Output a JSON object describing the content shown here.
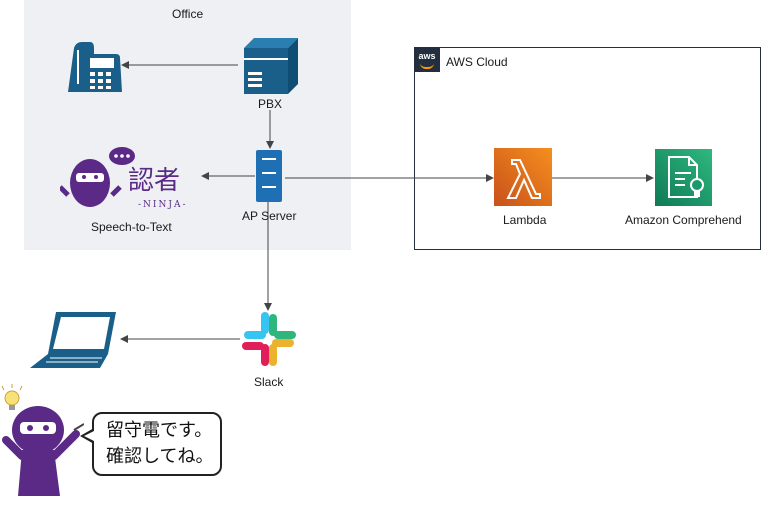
{
  "groups": {
    "office": {
      "label": "Office"
    },
    "aws": {
      "label": "AWS Cloud",
      "logo_text": "aws"
    }
  },
  "nodes": {
    "pbx": {
      "label": "PBX",
      "icon": "pbx-server-icon"
    },
    "ip_phone": {
      "label": "",
      "icon": "ip-phone-icon"
    },
    "ap_server": {
      "label": "AP Server",
      "icon": "server-icon"
    },
    "speech_to_text": {
      "label": "Speech-to-Text",
      "icon": "ninja-logo-icon",
      "logo_text": "認者",
      "logo_sub": "-NINJA-"
    },
    "lambda": {
      "label": "Lambda",
      "icon": "lambda-icon"
    },
    "comprehend": {
      "label": "Amazon Comprehend",
      "icon": "comprehend-icon"
    },
    "slack": {
      "label": "Slack",
      "icon": "slack-icon"
    },
    "laptop": {
      "label": "",
      "icon": "laptop-icon"
    }
  },
  "speech_bubble": {
    "lines": [
      "留守電です。",
      "確認してね。"
    ]
  },
  "colors": {
    "office_bg": "#eef0f4",
    "aws_dark": "#232f3e",
    "aws_orange": "#ff9900",
    "lambda_orange": "#e8781a",
    "comprehend_green": "#1a9a6c",
    "teal": "#1a5f8a",
    "server_blue": "#1f6fb5",
    "ninja_purple": "#5b2a86",
    "arrow": "#444444"
  }
}
